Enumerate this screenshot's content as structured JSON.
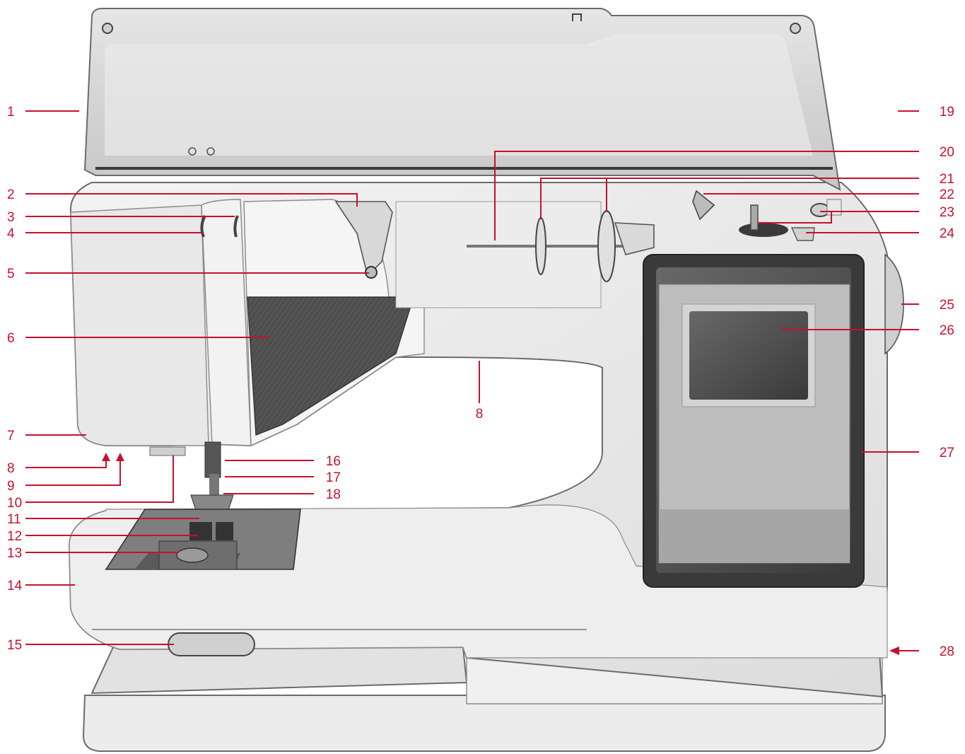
{
  "figure": {
    "subject": "sewing-machine",
    "accent_color": "#c8102e",
    "callouts": [
      {
        "id": "c1",
        "label": "1"
      },
      {
        "id": "c2",
        "label": "2"
      },
      {
        "id": "c3",
        "label": "3"
      },
      {
        "id": "c4",
        "label": "4"
      },
      {
        "id": "c5",
        "label": "5"
      },
      {
        "id": "c6",
        "label": "6"
      },
      {
        "id": "c7",
        "label": "7"
      },
      {
        "id": "c8a",
        "label": "8"
      },
      {
        "id": "c8b",
        "label": "8"
      },
      {
        "id": "c9",
        "label": "9"
      },
      {
        "id": "c10",
        "label": "10"
      },
      {
        "id": "c11",
        "label": "11"
      },
      {
        "id": "c12",
        "label": "12"
      },
      {
        "id": "c13",
        "label": "13"
      },
      {
        "id": "c14",
        "label": "14"
      },
      {
        "id": "c15",
        "label": "15"
      },
      {
        "id": "c16",
        "label": "16"
      },
      {
        "id": "c17",
        "label": "17"
      },
      {
        "id": "c18",
        "label": "18"
      },
      {
        "id": "c19",
        "label": "19"
      },
      {
        "id": "c20",
        "label": "20"
      },
      {
        "id": "c21",
        "label": "21"
      },
      {
        "id": "c22",
        "label": "22"
      },
      {
        "id": "c23",
        "label": "23"
      },
      {
        "id": "c24",
        "label": "24"
      },
      {
        "id": "c25",
        "label": "25"
      },
      {
        "id": "c26",
        "label": "26"
      },
      {
        "id": "c27",
        "label": "27"
      },
      {
        "id": "c28",
        "label": "28"
      }
    ]
  }
}
